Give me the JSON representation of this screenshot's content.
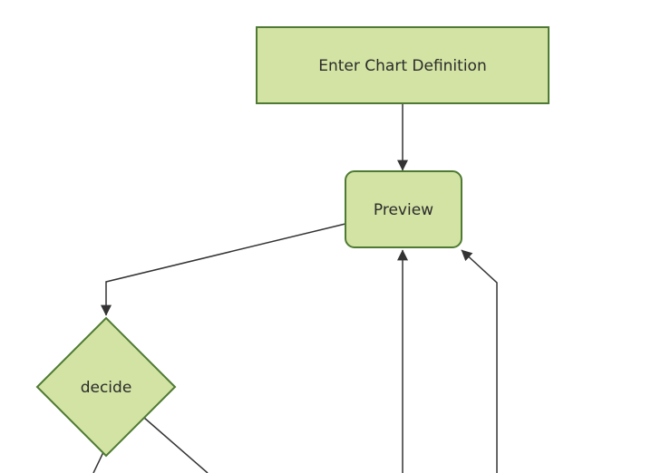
{
  "diagram": {
    "type": "flowchart",
    "direction": "top-down",
    "nodes": [
      {
        "id": "definition",
        "shape": "rectangle",
        "label": "Enter Chart Definition"
      },
      {
        "id": "preview",
        "shape": "rounded-rectangle",
        "label": "Preview"
      },
      {
        "id": "decide",
        "shape": "diamond",
        "label": "decide"
      }
    ],
    "edges": [
      {
        "from": "definition",
        "to": "preview",
        "arrow": true
      },
      {
        "from": "preview",
        "to": "decide",
        "arrow": true
      },
      {
        "from": "offscreen-bottom",
        "to": "preview",
        "arrow": true
      },
      {
        "from": "offscreen-bottom-right",
        "to": "preview",
        "arrow": true
      },
      {
        "from": "decide",
        "to": "offscreen-bottom-left",
        "arrow": false
      },
      {
        "from": "decide",
        "to": "offscreen-bottom-right",
        "arrow": false
      }
    ],
    "colors": {
      "background": "#ffffff",
      "node_fill": "#d3e3a3",
      "node_border": "#4e7a33",
      "edge": "#333333",
      "text": "#2b2b2b"
    }
  }
}
